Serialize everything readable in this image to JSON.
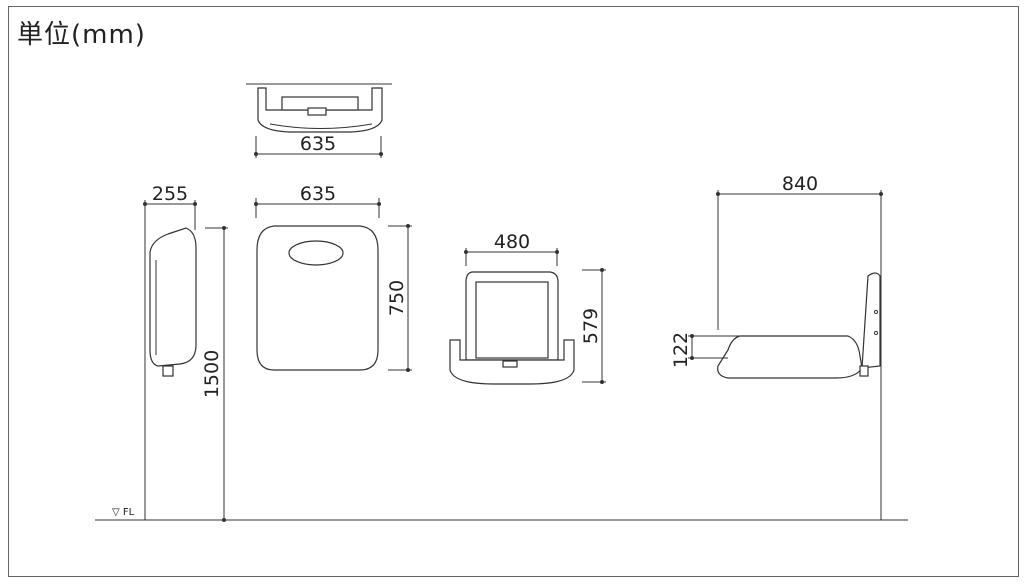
{
  "title": "単位(mm)",
  "floor_label": "▽ FL",
  "dimensions": {
    "top_width": "635",
    "side_depth": "255",
    "side_height": "1500",
    "front_width": "635",
    "front_height": "750",
    "open_width": "480",
    "open_height": "579",
    "open_side_depth": "840",
    "seat_thickness": "122"
  }
}
